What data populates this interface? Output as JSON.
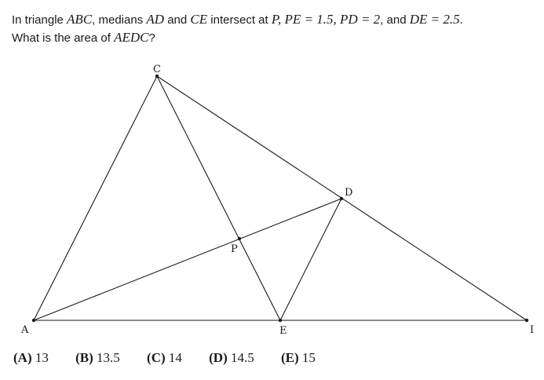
{
  "problem": {
    "part1": "In triangle ",
    "abc": "ABC",
    "part2": ", medians ",
    "ad": "AD",
    "part3": " and ",
    "ce": "CE",
    "part4": " intersect at ",
    "p": "P",
    "pe_eq": ", PE = 1.5, PD = 2",
    "part5": ", and ",
    "de_eq": "DE = 2.5",
    "period": ".",
    "question": "What is the area of ",
    "aedc": "AEDC",
    "qmark": "?"
  },
  "figure": {
    "labels": {
      "a": "A",
      "b": "I",
      "c": "C",
      "d": "D",
      "e": "E",
      "p": "P"
    }
  },
  "choices": [
    {
      "letter": "(A)",
      "value": "13"
    },
    {
      "letter": "(B)",
      "value": "13.5"
    },
    {
      "letter": "(C)",
      "value": "14"
    },
    {
      "letter": "(D)",
      "value": "14.5"
    },
    {
      "letter": "(E)",
      "value": "15"
    }
  ]
}
